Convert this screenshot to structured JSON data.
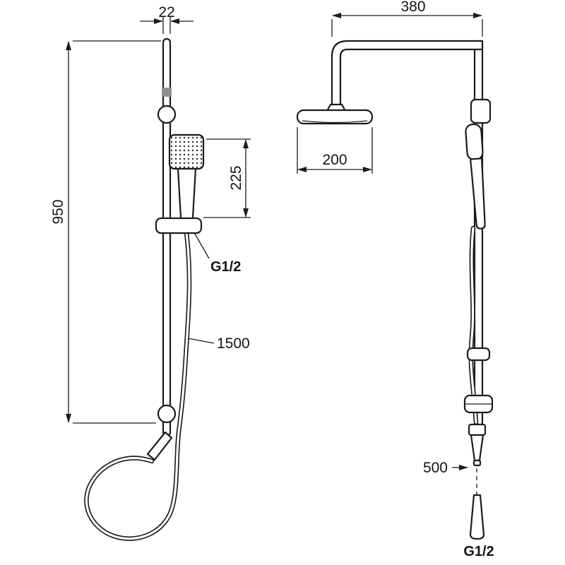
{
  "left_view": {
    "rail_width": "22",
    "rail_height": "950",
    "hand_shower_length": "225",
    "thread_label": "G1/2",
    "hose_length": "1500"
  },
  "right_view": {
    "arm_width": "380",
    "head_diameter": "200",
    "lower_hose_length": "500",
    "thread_label": "G1/2"
  },
  "colors": {
    "line": "#1c1c1c",
    "background": "#ffffff"
  }
}
